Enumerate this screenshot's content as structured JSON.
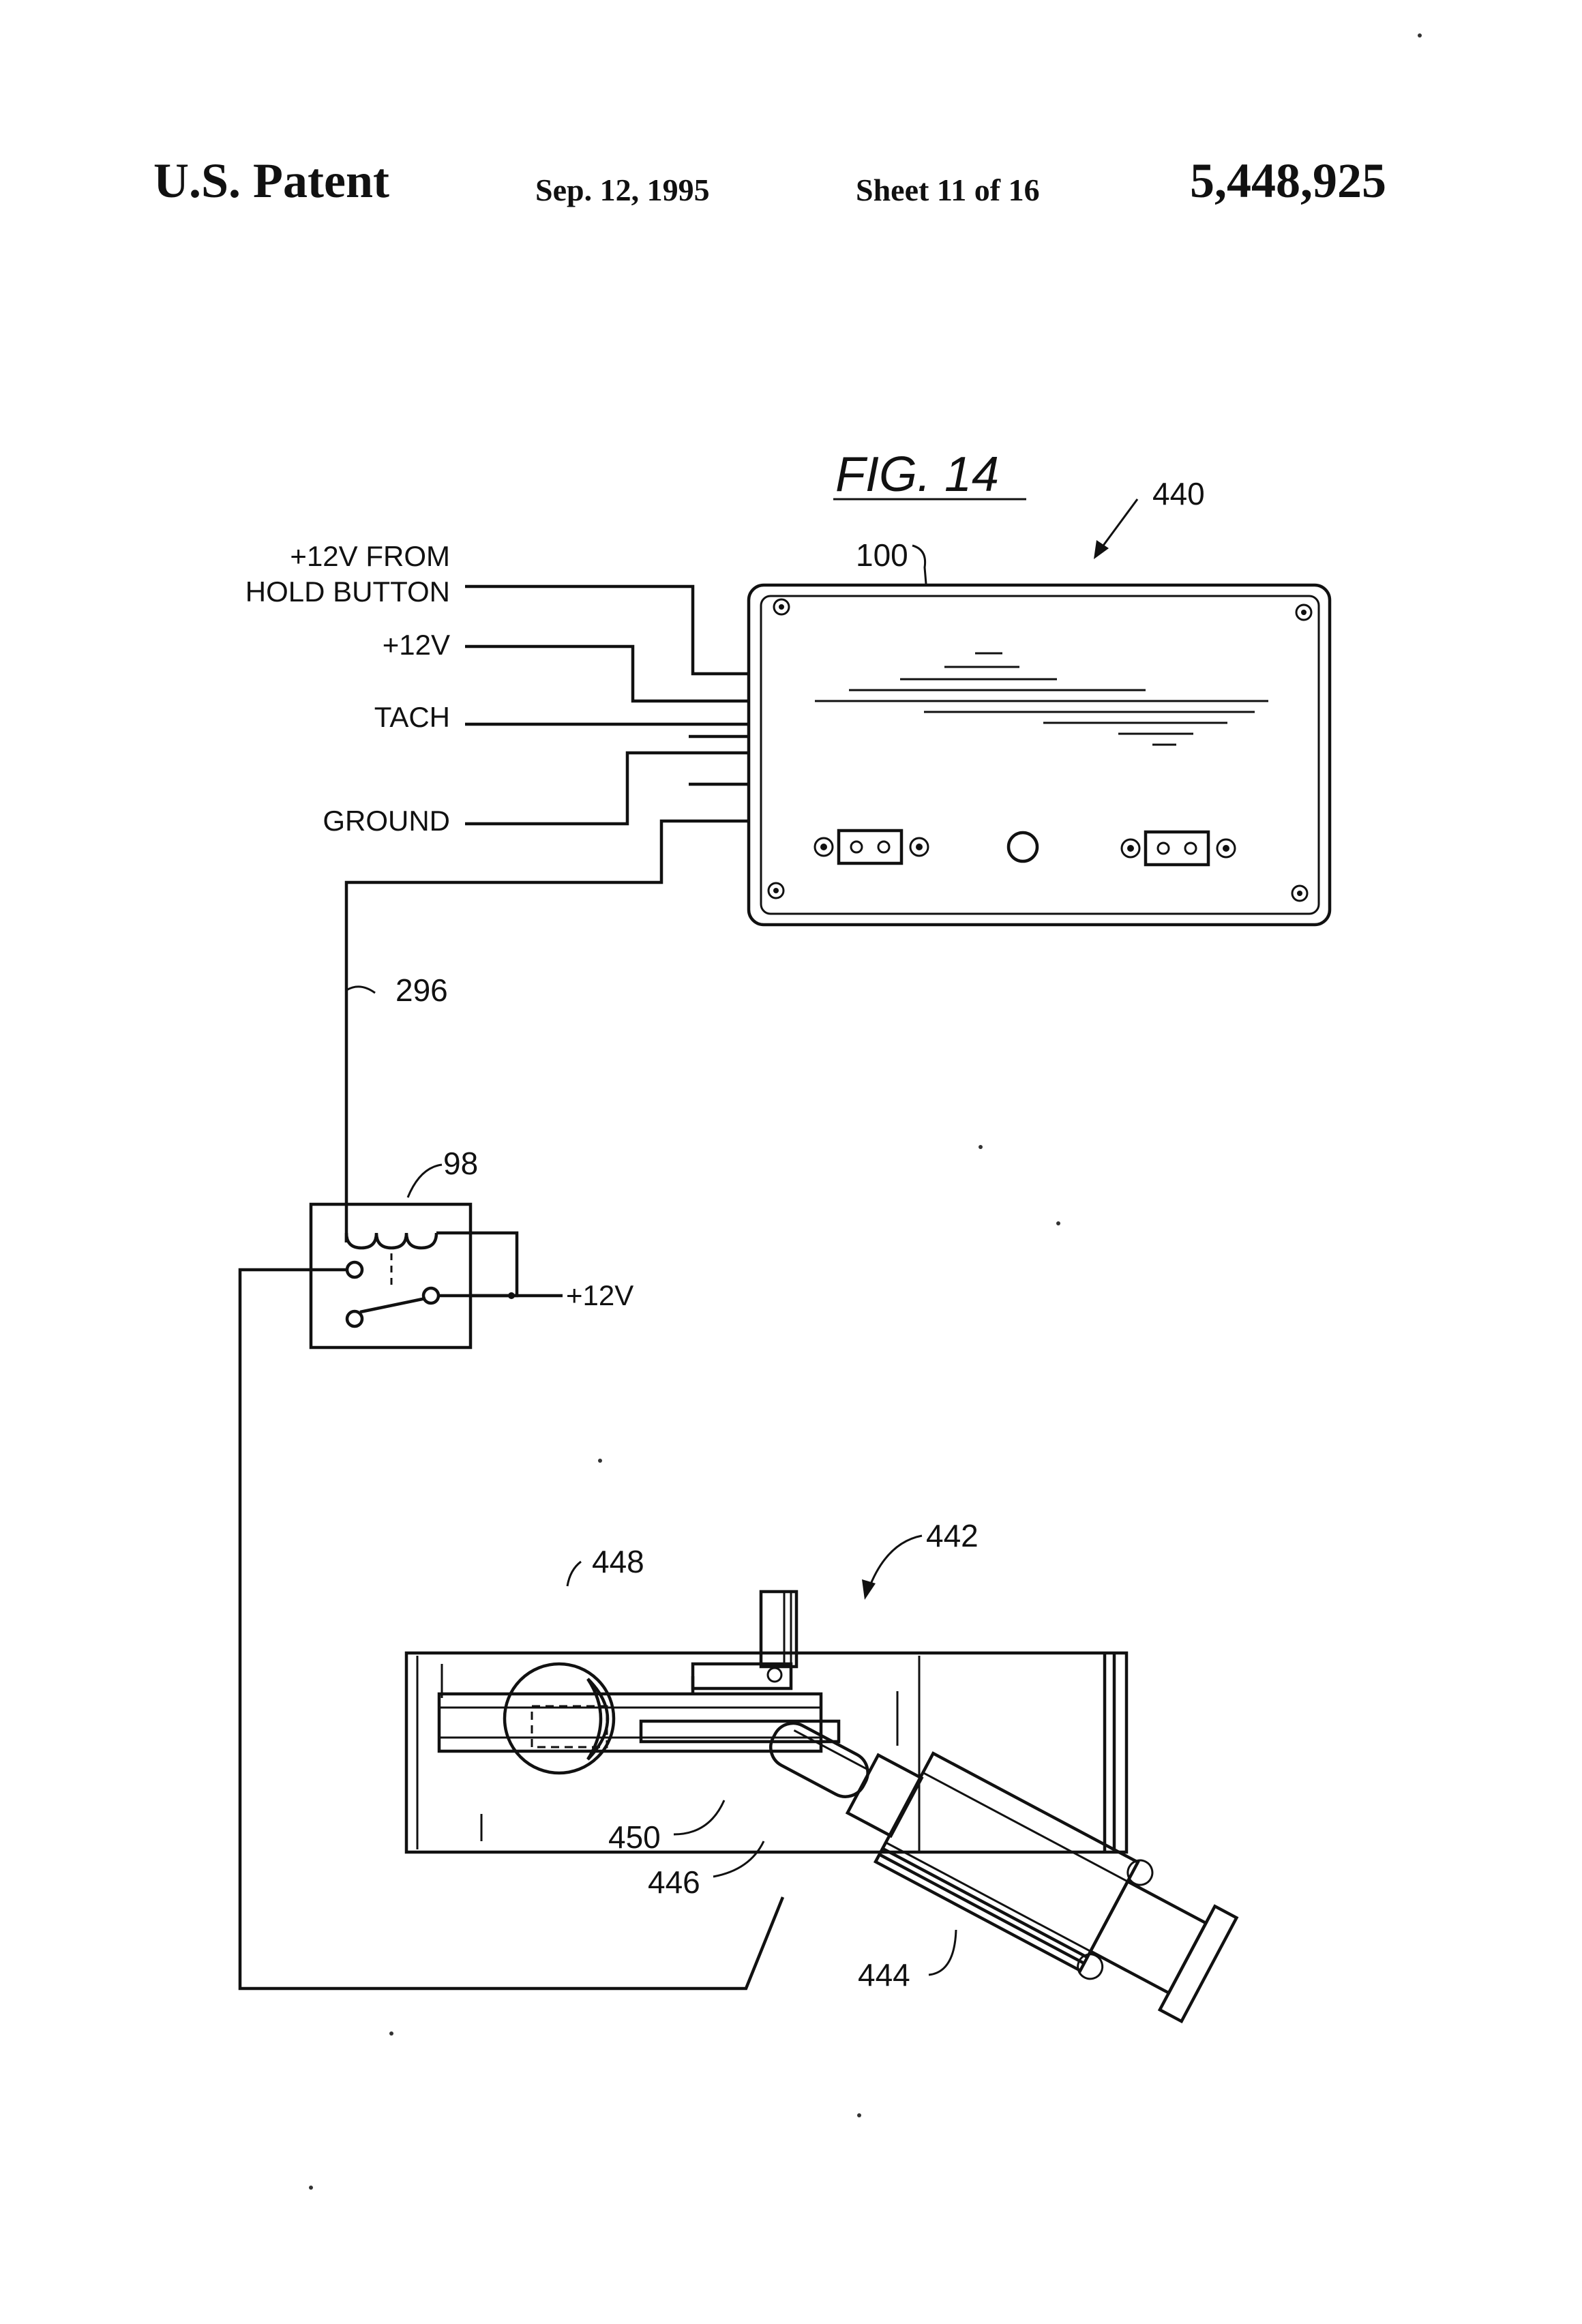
{
  "header": {
    "left": "U.S. Patent",
    "date": "Sep. 12, 1995",
    "sheet": "Sheet 11 of 16",
    "number": "5,448,925"
  },
  "figure": {
    "title": "FIG. 14",
    "labels": {
      "ref_440": "440",
      "ref_100": "100",
      "hold_line1": "+12V FROM",
      "hold_line2": "HOLD BUTTON",
      "plus12v_top": "+12V",
      "tach": "TACH",
      "ground": "GROUND",
      "ref_296": "296",
      "ref_98": "98",
      "plus12v_relay": "+12V",
      "ref_442": "442",
      "ref_448": "448",
      "ref_450": "450",
      "ref_446": "446",
      "ref_444": "444"
    }
  }
}
